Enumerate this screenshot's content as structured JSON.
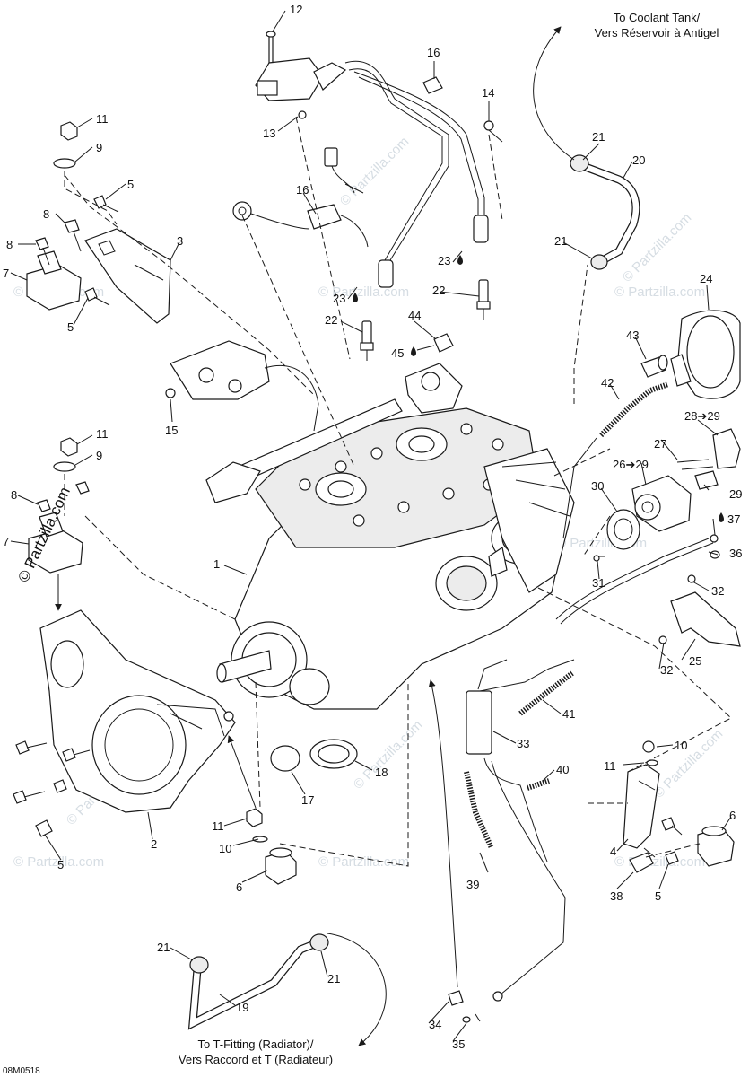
{
  "diagram": {
    "title": "",
    "code": "08M0518",
    "copyright": "© Partzilla.com",
    "watermark": "© Partzilla.com",
    "notes": {
      "coolant_tank": [
        "To Coolant Tank/",
        "Vers Réservoir à Antigel"
      ],
      "t_fitting": [
        "To T-Fitting (Radiator)/",
        "Vers Raccord et T (Radiateur)"
      ]
    },
    "callouts": {
      "c12": "12",
      "c13": "13",
      "c16a": "16",
      "c14": "14",
      "c21a": "21",
      "c20": "20",
      "c11a": "11",
      "c9a": "9",
      "c5a": "5",
      "c8a": "8",
      "c8b": "8",
      "c3": "3",
      "c7a": "7",
      "c5b": "5",
      "c16b": "16",
      "c21b": "21",
      "c23a": "23",
      "c22a": "22",
      "c23b": "23",
      "c22b": "22",
      "c44": "44",
      "c45": "45",
      "c24": "24",
      "c43": "43",
      "c42": "42",
      "c15": "15",
      "c11b": "11",
      "c9b": "9",
      "c28": "28➔29",
      "c27": "27",
      "c26": "26➔29",
      "c29": "29",
      "c8c": "8",
      "c30": "30",
      "c37": "37",
      "c7b": "7",
      "c36": "36",
      "c1": "1",
      "c31": "31",
      "c32a": "32",
      "c25": "25",
      "c32b": "32",
      "c41": "41",
      "c33": "33",
      "c10a": "10",
      "c11c": "11",
      "c40": "40",
      "c18": "18",
      "c17": "17",
      "c6a": "6",
      "c2": "2",
      "c11d": "11",
      "c10b": "10",
      "c4": "4",
      "c5c": "5",
      "c6b": "6",
      "c39": "39",
      "c38": "38",
      "c5d": "5",
      "c21c": "21",
      "c21d": "21",
      "c19": "19",
      "c34": "34",
      "c35": "35"
    }
  }
}
